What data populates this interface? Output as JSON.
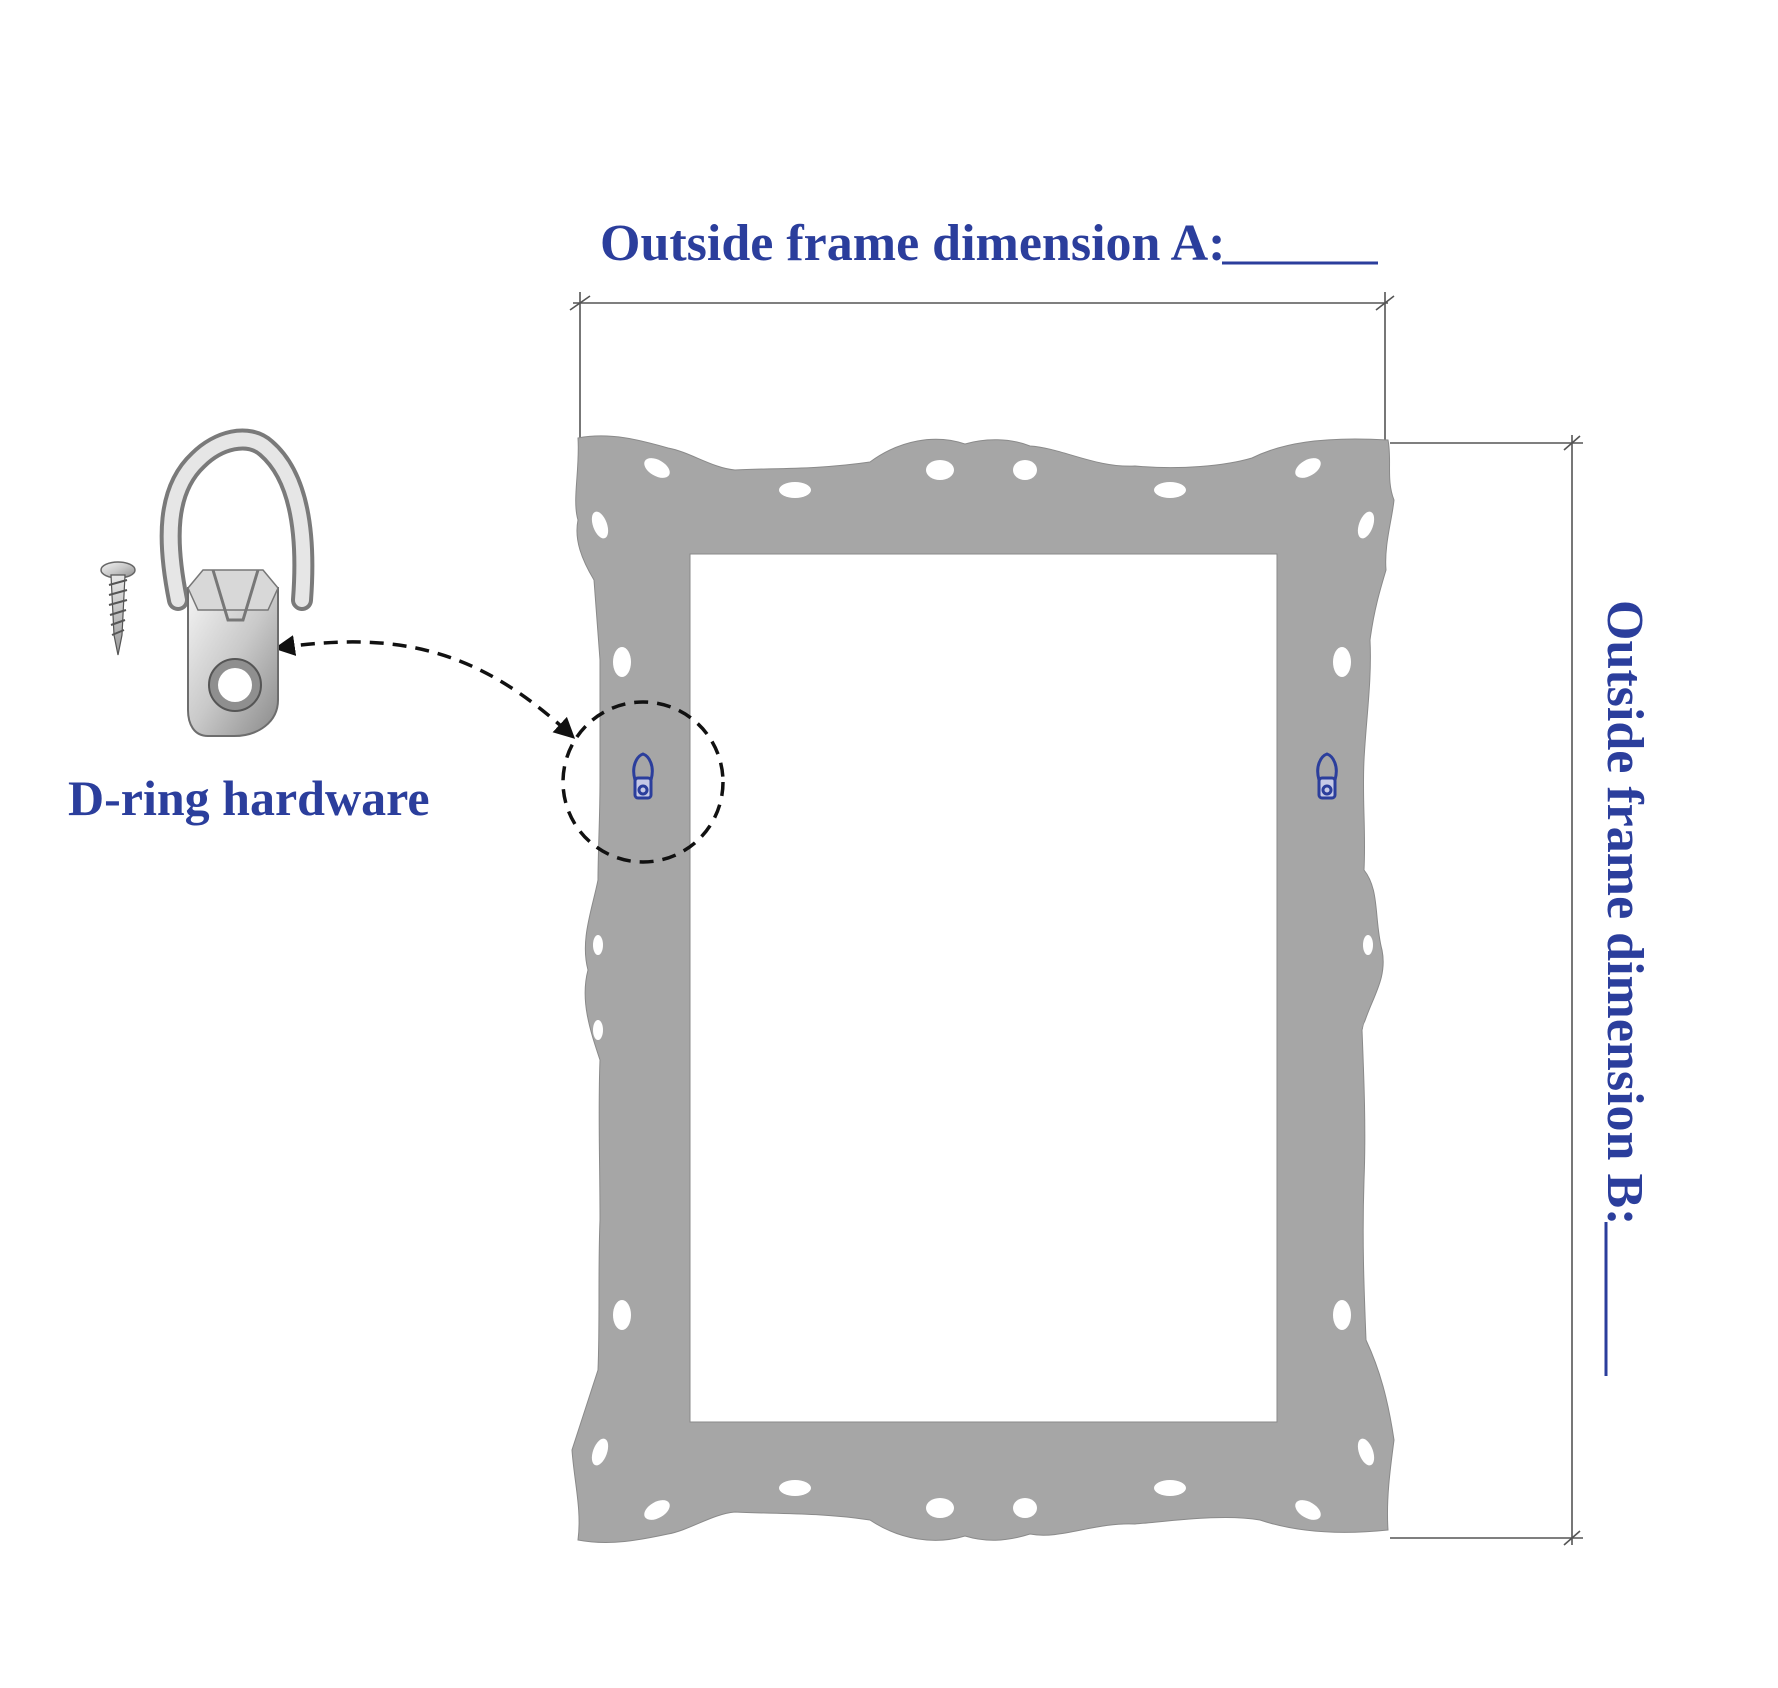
{
  "labels": {
    "dimension_a": "Outside frame dimension A:",
    "dimension_b": "Outside frame dimension B:",
    "hardware": "D-ring hardware"
  },
  "colors": {
    "label_blue": "#2b3e9c",
    "frame_gray": "#a6a6a6",
    "dimension_line": "#555555",
    "dring_blue": "#2b3e9c"
  },
  "icons": [
    "d-ring-icon",
    "screw-icon"
  ]
}
